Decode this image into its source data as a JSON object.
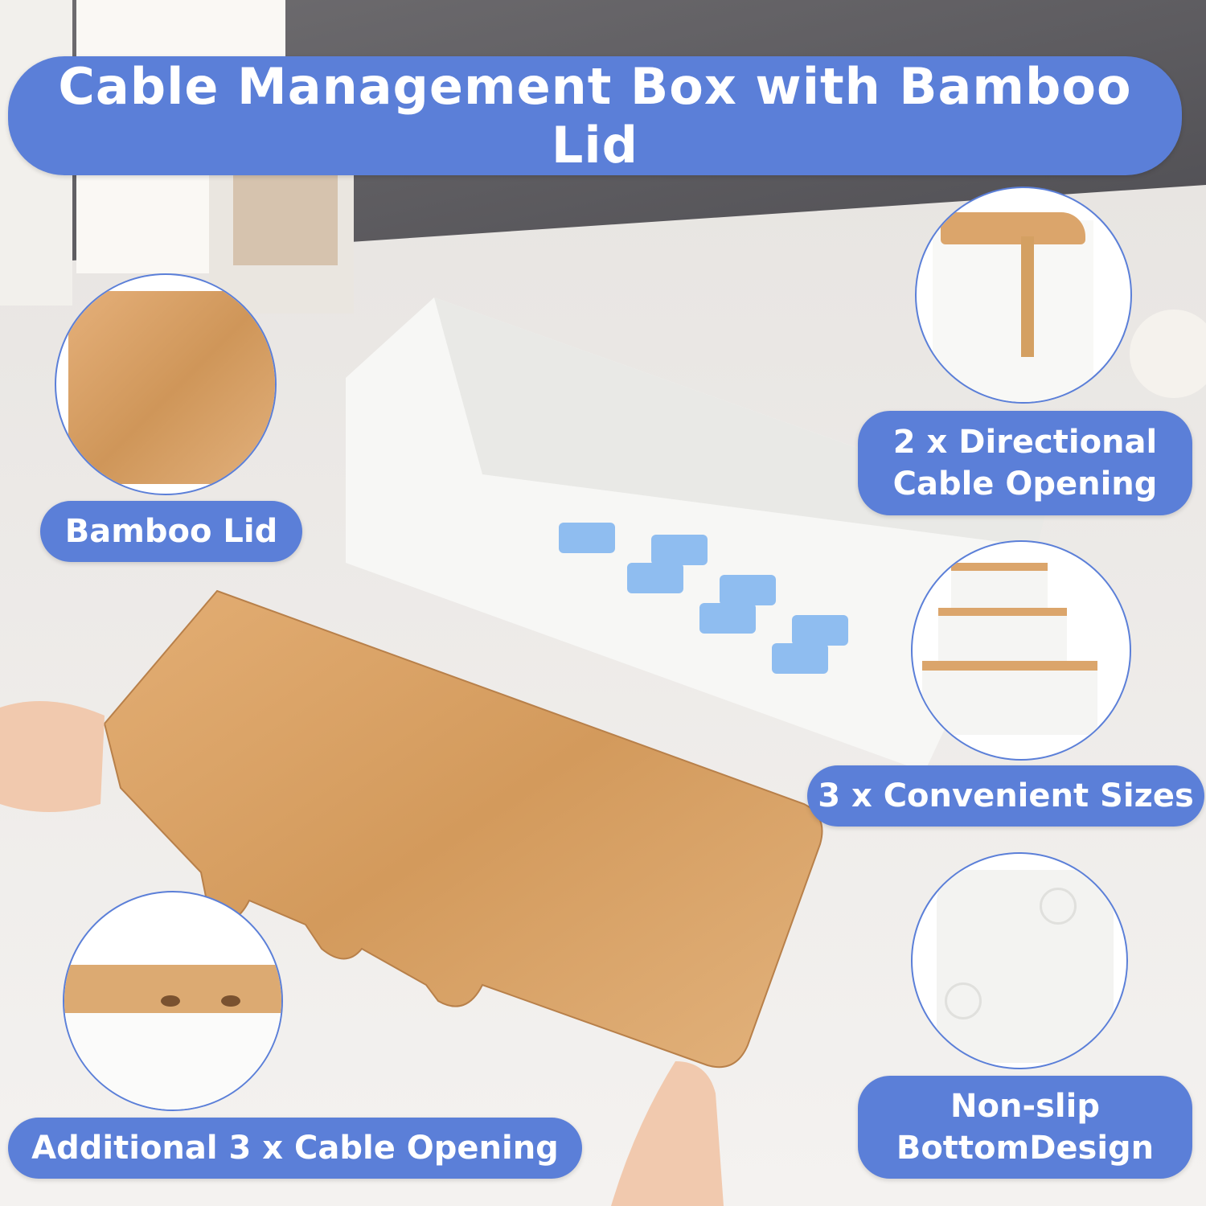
{
  "title": "Cable Management Box with Bamboo Lid",
  "features": {
    "bamboo_lid": "Bamboo Lid",
    "directional_opening": [
      "2 x Directional",
      "Cable Opening"
    ],
    "sizes": "3 x Convenient Sizes",
    "additional_opening": "Additional 3 x Cable Opening",
    "non_slip": [
      "Non-slip",
      "BottomDesign"
    ]
  },
  "colors": {
    "accent": "#5b7fd8",
    "bamboo": "#d9a46a",
    "box": "#f5f5f3",
    "outlet": "#8fbdf0"
  }
}
